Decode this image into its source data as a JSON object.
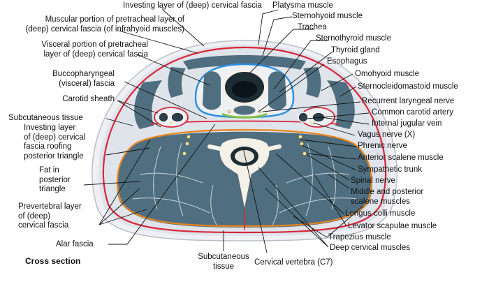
{
  "figure": {
    "caption": "Cross section",
    "labels": {
      "investing_top": "Investing layer of (deep) cervical fascia",
      "muscular_portion": [
        "Muscular portion of pretracheal layer of",
        "(deep) cervical fascia (of infrahyoid muscles)"
      ],
      "visceral_portion": [
        "Visceral portion of pretracheal",
        "layer of (deep) cervical fascia"
      ],
      "buccopharyngeal": [
        "Buccopharyngeal",
        "(visceral) fascia"
      ],
      "carotid_sheath": "Carotid sheath",
      "subcutaneous_left": "Subcutaneous tissue",
      "investing_roof": [
        "Investing layer",
        "of (deep) cervical",
        "fascia roofing",
        "posterior triangle"
      ],
      "fat_posterior": [
        "Fat in",
        "posterior",
        "triangle"
      ],
      "prevertebral": [
        "Prevertebral layer",
        "of (deep)",
        "cervical fascia"
      ],
      "alar": "Alar fascia",
      "subcutaneous_bottom": [
        "Subcutaneous",
        "tissue"
      ],
      "cervical_vertebra": "Cervical vertebra (C7)",
      "platysma": "Platysma muscle",
      "sternohyoid": "Sternohyoid muscle",
      "trachea": "Trachea",
      "sternothyroid": "Sternothyroid muscle",
      "thyroid": "Thyroid gland",
      "esophagus": "Esophagus",
      "omohyoid": "Omohyoid muscle",
      "sternocleidomastoid": "Sternocleidomastoid muscle",
      "recurrent_laryngeal": "Recurrent laryngeal nerve",
      "common_carotid": "Common carotid artery",
      "internal_jugular": "Internal jugular vein",
      "vagus": "Vagus nerve (X)",
      "phrenic": "Phrenic nerve",
      "anterior_scalene": "Anterior scalene muscle",
      "sympathetic": "Sympathetic trunk",
      "spinal_nerve": "Spinal nerve",
      "middle_posterior_scalene": [
        "Middle and posterior",
        "scalene muscles"
      ],
      "longus_colli": "Longus colli muscle",
      "levator_scapulae": "Levator scapulae muscle",
      "trapezius": "Trapezius muscle",
      "deep_cervical": "Deep cervical muscles"
    },
    "colors": {
      "skin": "#eef0f4",
      "subcutaneous": "#dfe3ea",
      "muscle": "#4f6f80",
      "muscle_dark": "#3d5968",
      "investing_fascia": "#d8263a",
      "pretracheal_fascia": "#2a8ee0",
      "prevertebral_fascia": "#e8841e",
      "buccopharyngeal_fascia": "#7fc241",
      "bone": "#f4f1e8",
      "leader_line": "#111111"
    }
  }
}
